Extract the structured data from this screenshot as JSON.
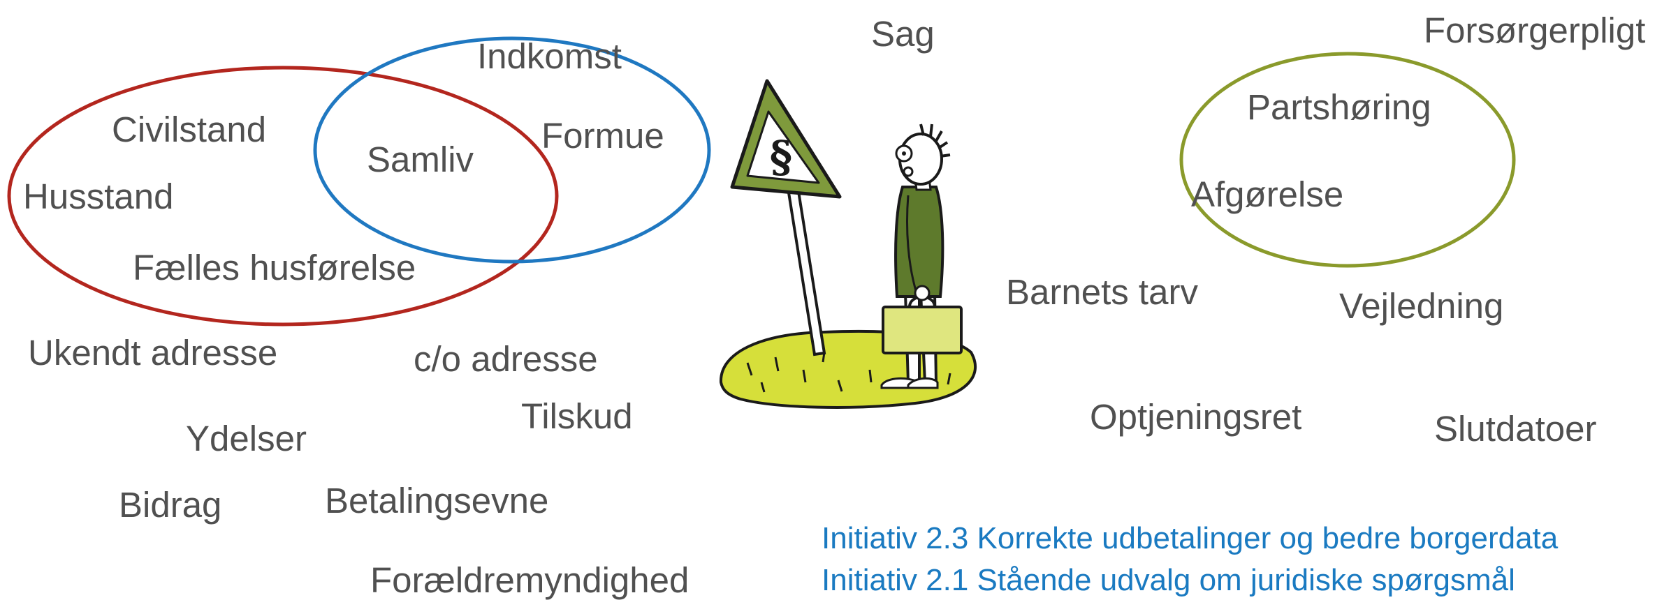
{
  "words": {
    "sag": "Sag",
    "forsorgerpligt": "Forsørgerpligt",
    "indkomst": "Indkomst",
    "civilstand": "Civilstand",
    "samliv": "Samliv",
    "formue": "Formue",
    "husstand": "Husstand",
    "faelles_husforelse": "Fælles husførelse",
    "partshoring": "Partshøring",
    "afgorelse": "Afgørelse",
    "barnets_tarv": "Barnets tarv",
    "vejledning": "Vejledning",
    "ukendt_adresse": "Ukendt adresse",
    "co_adresse": "c/o adresse",
    "tilskud": "Tilskud",
    "optjeningsret": "Optjeningsret",
    "slutdatoer": "Slutdatoer",
    "ydelser": "Ydelser",
    "bidrag": "Bidrag",
    "betalingsevne": "Betalingsevne",
    "foraeldremyndighed": "Forældremyndighed"
  },
  "initiatives": {
    "line1": "Initiativ 2.3 Korrekte udbetalinger og bedre borgerdata",
    "line2": "Initiativ 2.1 Stående udvalg om juridiske spørgsmål"
  },
  "illustration": {
    "sign_symbol": "§"
  },
  "colors": {
    "red_ellipse": "#b3261e",
    "blue_ellipse": "#1f78c1",
    "green_ellipse": "#8a9a2b",
    "word_text": "#505050",
    "initiative_text": "#1a7ac1"
  }
}
